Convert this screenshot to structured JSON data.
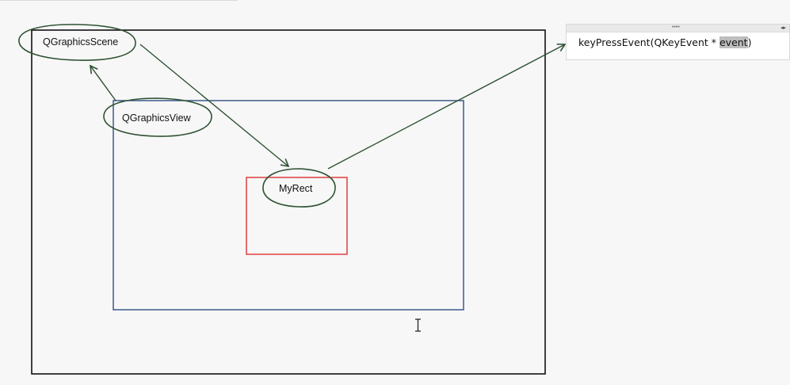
{
  "diagram": {
    "nodes": {
      "scene": "QGraphicsScene",
      "view": "QGraphicsView",
      "item": "MyRect"
    }
  },
  "code_panel": {
    "grip_icon": "grip-dots-icon",
    "nav_icon": "left-right-arrows-icon",
    "prefix": "keyPressEvent(QKeyEvent * ",
    "highlight": "event",
    "suffix": ")"
  },
  "colors": {
    "outer_frame": "#111111",
    "view_frame": "#2f4f7f",
    "item_frame": "#e03030",
    "ellipse_and_arrow": "#2e5233"
  }
}
